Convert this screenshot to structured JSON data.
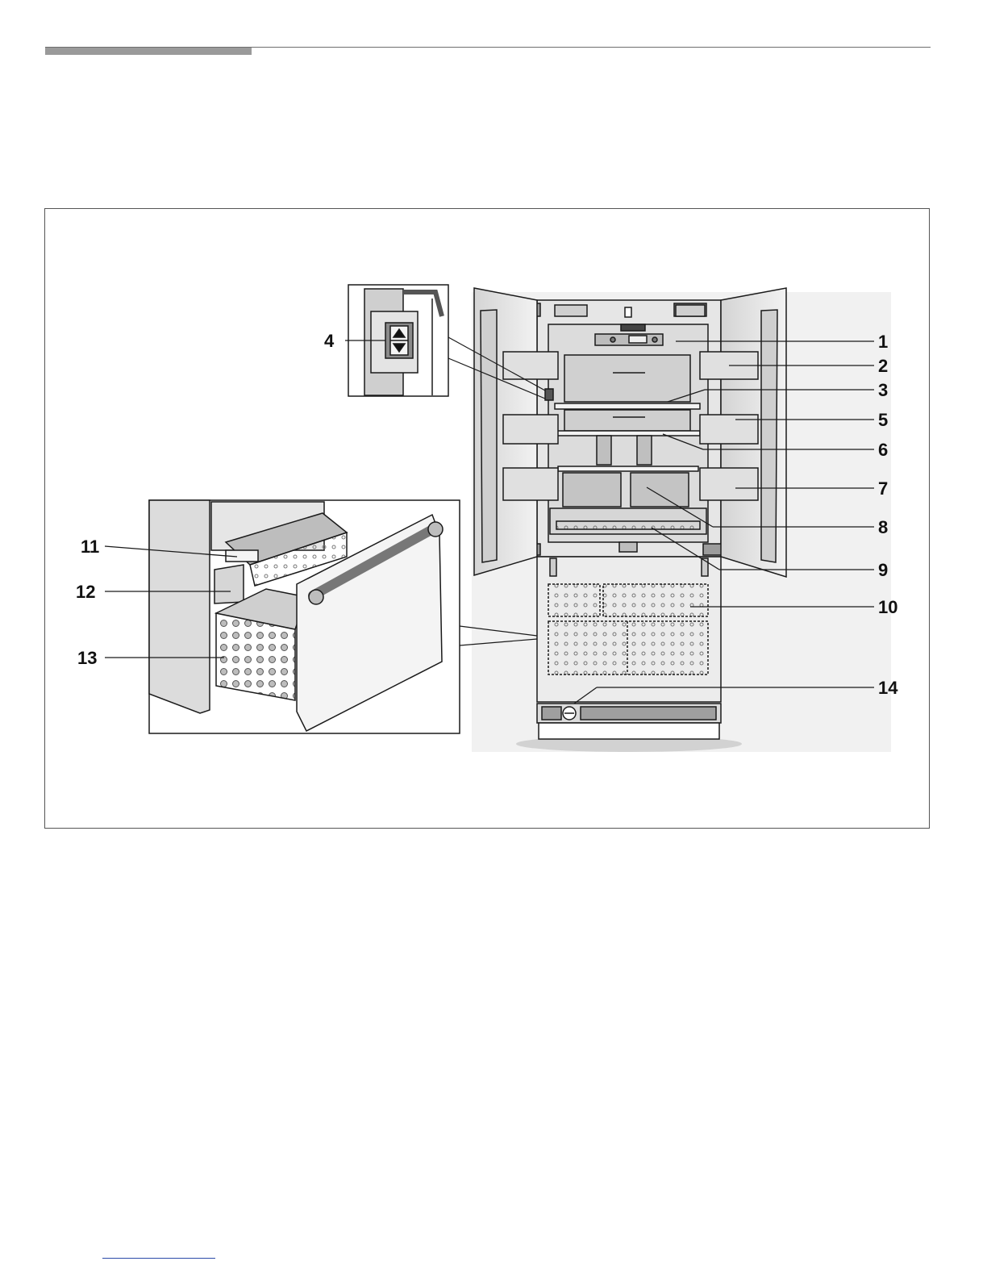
{
  "callouts": [
    {
      "id": "1",
      "label": "1"
    },
    {
      "id": "2",
      "label": "2"
    },
    {
      "id": "3",
      "label": "3"
    },
    {
      "id": "4",
      "label": "4"
    },
    {
      "id": "5",
      "label": "5"
    },
    {
      "id": "6",
      "label": "6"
    },
    {
      "id": "7",
      "label": "7"
    },
    {
      "id": "8",
      "label": "8"
    },
    {
      "id": "9",
      "label": "9"
    },
    {
      "id": "10",
      "label": "10"
    },
    {
      "id": "11",
      "label": "11"
    },
    {
      "id": "12",
      "label": "12"
    },
    {
      "id": "13",
      "label": "13"
    },
    {
      "id": "14",
      "label": "14"
    }
  ],
  "colors": {
    "line": "#1a1a1a",
    "panel": "#e8e8e8",
    "shade": "#c9c9c9",
    "dark": "#8a8a8a",
    "accent_rule": "#9a9a9a",
    "footer_link": "#2b4aa8"
  },
  "icons": {
    "detail_switch": "up-down-arrow-switch-icon",
    "drawer_handle": "drawer-handle-icon"
  }
}
